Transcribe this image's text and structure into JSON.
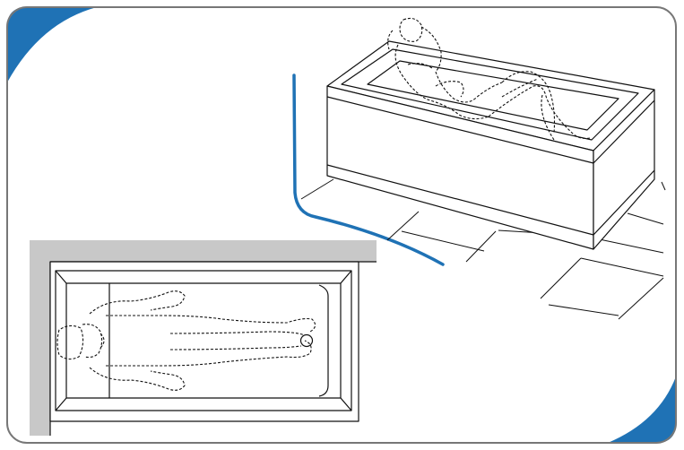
{
  "colors": {
    "frame_border": "#777777",
    "accent_blue": "#1f72b5",
    "wall_gray": "#c8c8c8",
    "line": "#111111",
    "background": "#ffffff"
  },
  "illustration": {
    "perspective_view": "bathtub-with-reclining-person-icon",
    "plan_view": "bathtub-plan-with-lying-person-icon",
    "elements": [
      "bathtub",
      "person",
      "floor-tiles",
      "wall",
      "drain"
    ]
  }
}
